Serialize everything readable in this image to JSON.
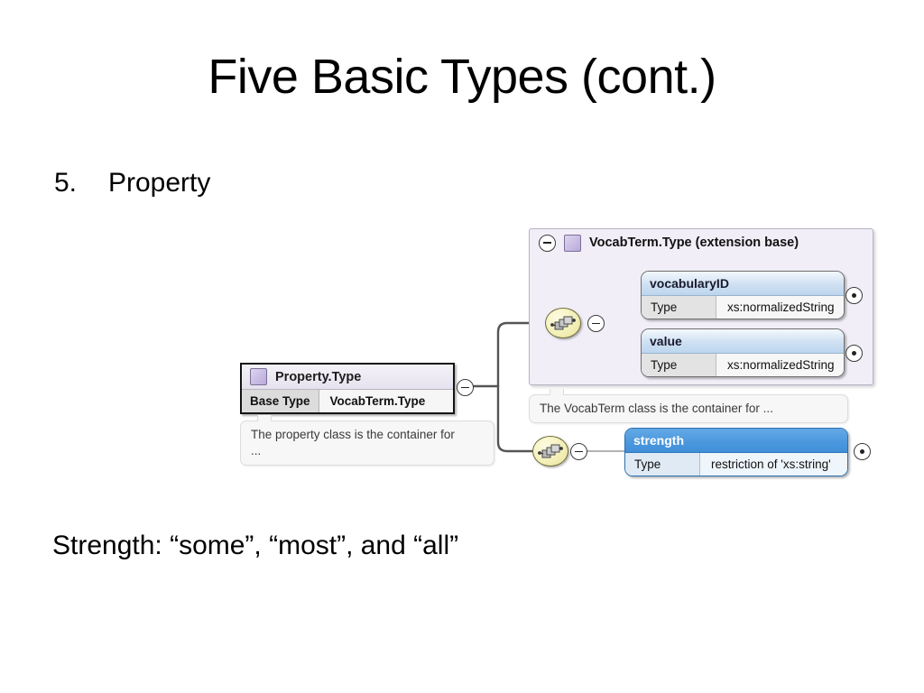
{
  "slide": {
    "title": "Five Basic Types (cont.)",
    "bullet_number": "5.",
    "bullet_text": "Property",
    "footer_text": "Strength: “some”, “most”, and “all”"
  },
  "diagram": {
    "property_box": {
      "title": "Property.Type",
      "row_key": "Base Type",
      "row_value": "VocabTerm.Type",
      "collapse_toggle": "minus",
      "tooltip_line1": "The property class is the container for",
      "tooltip_line2": "..."
    },
    "extension_panel": {
      "title": "VocabTerm.Type (extension base)",
      "collapse_toggle": "minus",
      "tooltip": "The VocabTerm class is the container for ...",
      "sequence_toggle": "minus",
      "children": [
        {
          "name": "vocabularyID",
          "row_key": "Type",
          "row_value": "xs:normalizedString",
          "expand_toggle": "plus",
          "selected": false
        },
        {
          "name": "value",
          "row_key": "Type",
          "row_value": "xs:normalizedString",
          "expand_toggle": "plus",
          "selected": false
        }
      ]
    },
    "strength_branch": {
      "sequence_toggle": "minus",
      "node": {
        "name": "strength",
        "row_key": "Type",
        "row_value": "restriction of 'xs:string'",
        "expand_toggle": "plus",
        "selected": true
      }
    },
    "colors": {
      "selected_header": "#4a97de",
      "node_header": "#cfe0f2",
      "panel_background": "#f1eef7",
      "sequence_icon": "#f2eeb4",
      "swatch": "#b9a9da",
      "connector": "#555555"
    }
  }
}
